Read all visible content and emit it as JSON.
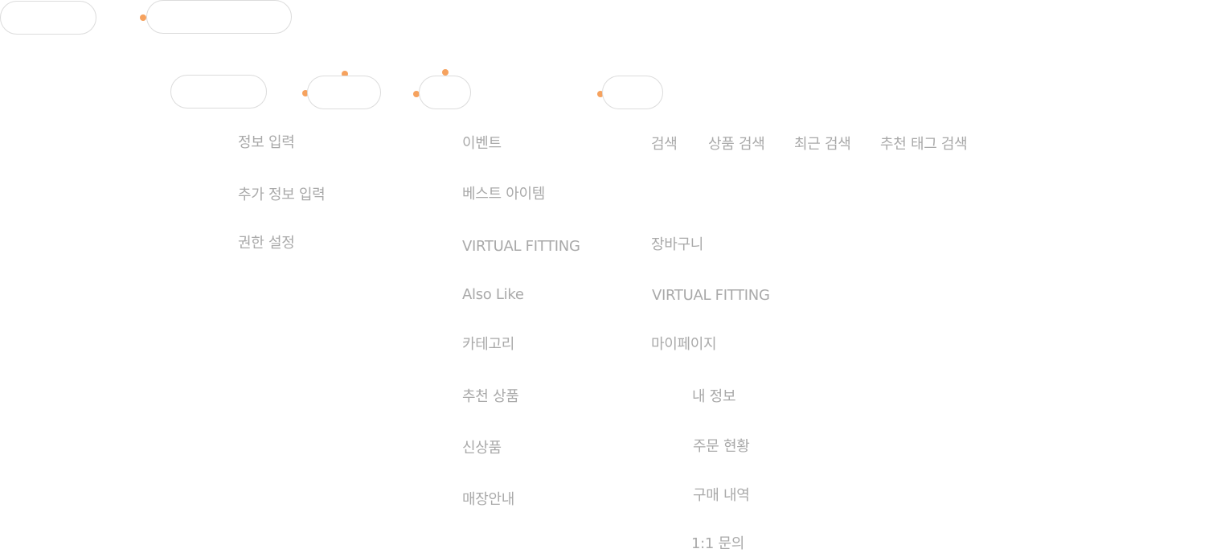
{
  "colors": {
    "node_border": "#dcdcdc",
    "connector_dot": "#f6a25e",
    "label_text": "#a9a9a9",
    "background": "#ffffff"
  },
  "columns": {
    "info": {
      "items": [
        "정보 입력",
        "추가 정보 입력",
        "권한 설정"
      ]
    },
    "home": {
      "items": [
        "이벤트",
        "베스트 아이템",
        "VIRTUAL FITTING",
        "Also Like",
        "카테고리",
        "추천 상품",
        "신상품",
        "매장안내"
      ]
    },
    "search": {
      "items": [
        "검색",
        "상품 검색",
        "최근 검색",
        "추천 태그 검색"
      ]
    },
    "menu": {
      "items": [
        "장바구니",
        "VIRTUAL FITTING",
        "마이페이지"
      ],
      "mypage_items": [
        "내 정보",
        "주문 현황",
        "구매 내역",
        "1:1 문의"
      ]
    }
  }
}
